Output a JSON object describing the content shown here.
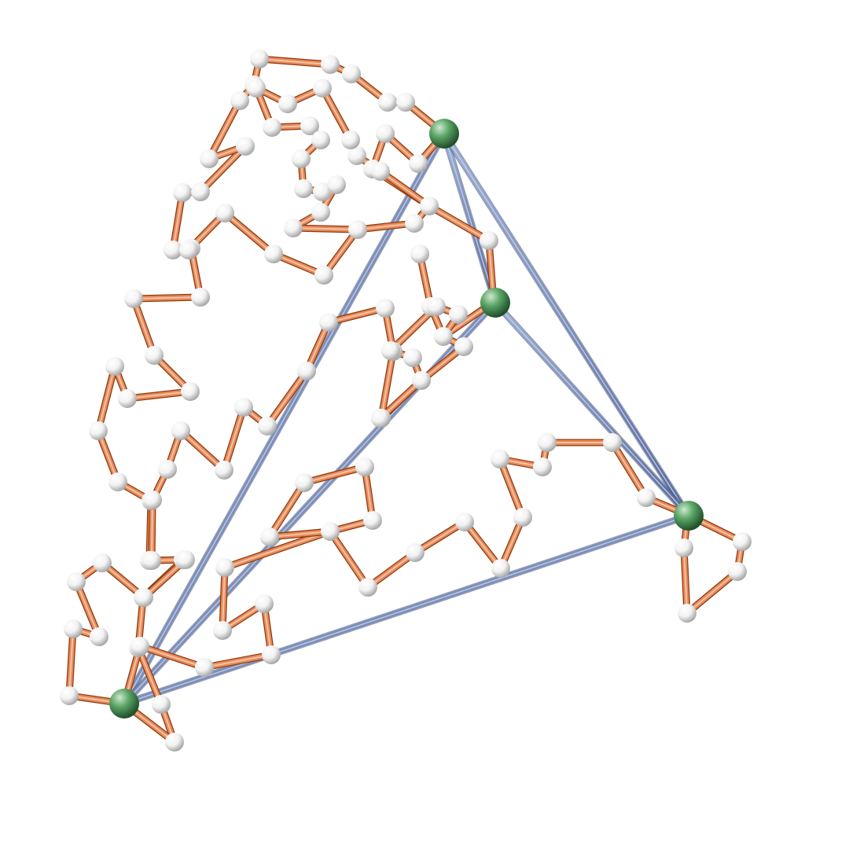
{
  "scene": {
    "type": "3d-molecular-graph",
    "colors": {
      "background": "#ffffff",
      "chain_bond": "#e8895a",
      "chain_bond_shadow": "#8a3c10",
      "chain_node": "#f4f4f4",
      "anchor_node": "#4f9a5d",
      "frame_edge": "#6f82ad"
    },
    "icons": {
      "chain_node": "white-sphere",
      "anchor_node": "green-sphere",
      "bond": "orange-rod",
      "frame_edge": "blue-rod"
    }
  }
}
